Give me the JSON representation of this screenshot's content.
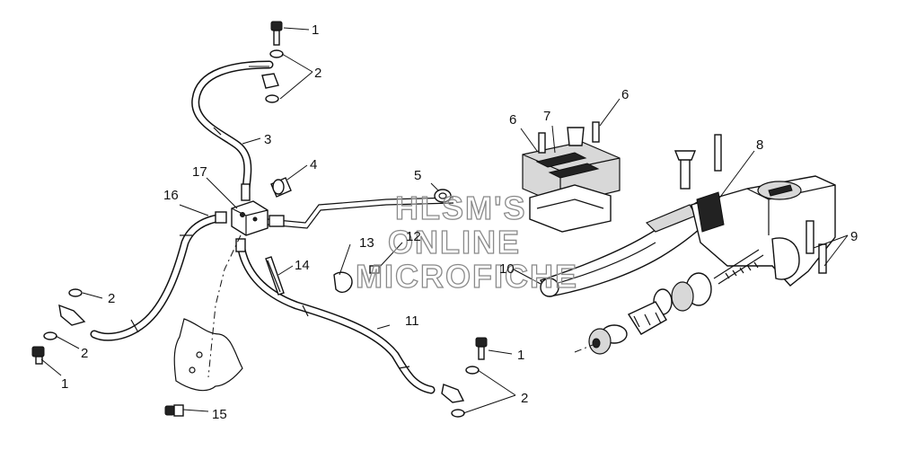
{
  "watermark": [
    "HLSM'S",
    "ONLINE",
    "MICROFICHE"
  ],
  "callouts": {
    "c1a": "1",
    "c1b": "1",
    "c1c": "1",
    "c2a": "2",
    "c2b": "2",
    "c2c": "2",
    "c2d": "2",
    "c3": "3",
    "c4": "4",
    "c5": "5",
    "c6a": "6",
    "c6b": "6",
    "c7": "7",
    "c8": "8",
    "c9": "9",
    "c10": "10",
    "c11": "11",
    "c12": "12",
    "c13": "13",
    "c14": "14",
    "c15": "15",
    "c16": "16",
    "c17": "17"
  },
  "colors": {
    "line": "#111111",
    "background": "#ffffff",
    "watermark_stroke": "#8a8a8a"
  }
}
